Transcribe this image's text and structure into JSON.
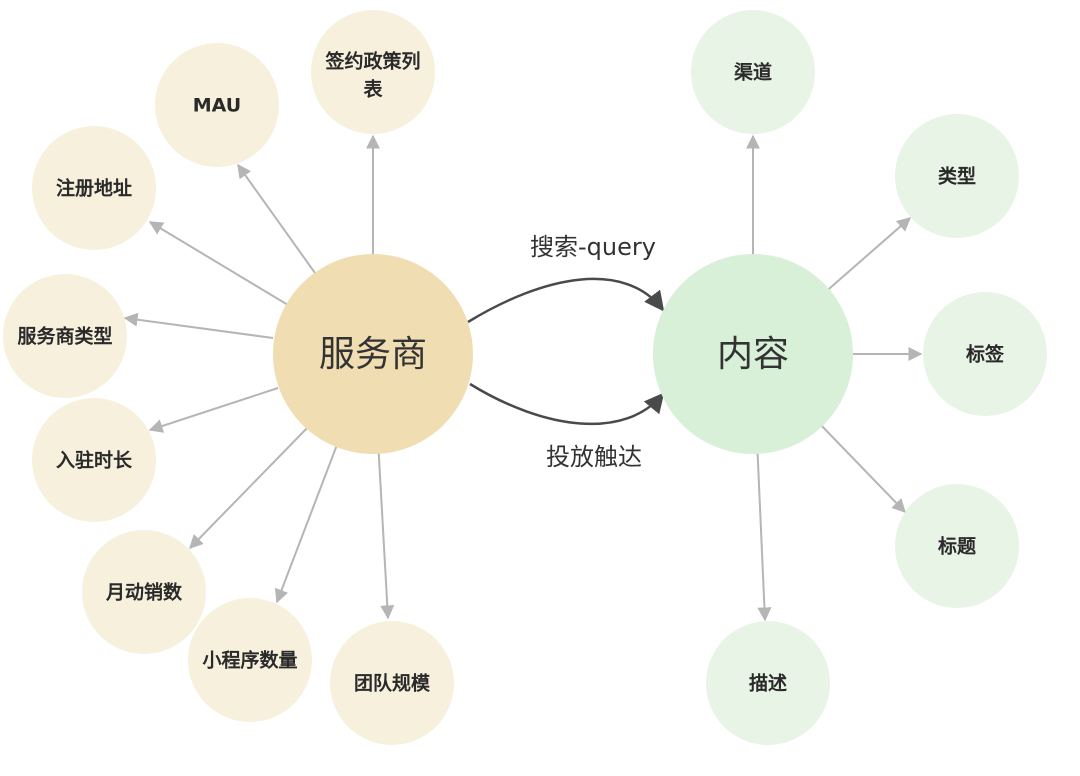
{
  "colors": {
    "provider_hub": "#f0deb2",
    "provider_node": "#f7f0dd",
    "content_hub": "#d8efd8",
    "content_node": "#e8f4e6",
    "spoke_line": "#b5b5b5",
    "link_line": "#4a4a4a"
  },
  "hubs": {
    "provider": "服务商",
    "content": "内容"
  },
  "links": {
    "search": "搜索-query",
    "delivery": "投放触达"
  },
  "provider_attributes": [
    "签约政策列表",
    "MAU",
    "注册地址",
    "服务商类型",
    "入驻时长",
    "月动销数",
    "小程序数量",
    "团队规模"
  ],
  "content_attributes": [
    "渠道",
    "类型",
    "标签",
    "标题",
    "描述"
  ]
}
